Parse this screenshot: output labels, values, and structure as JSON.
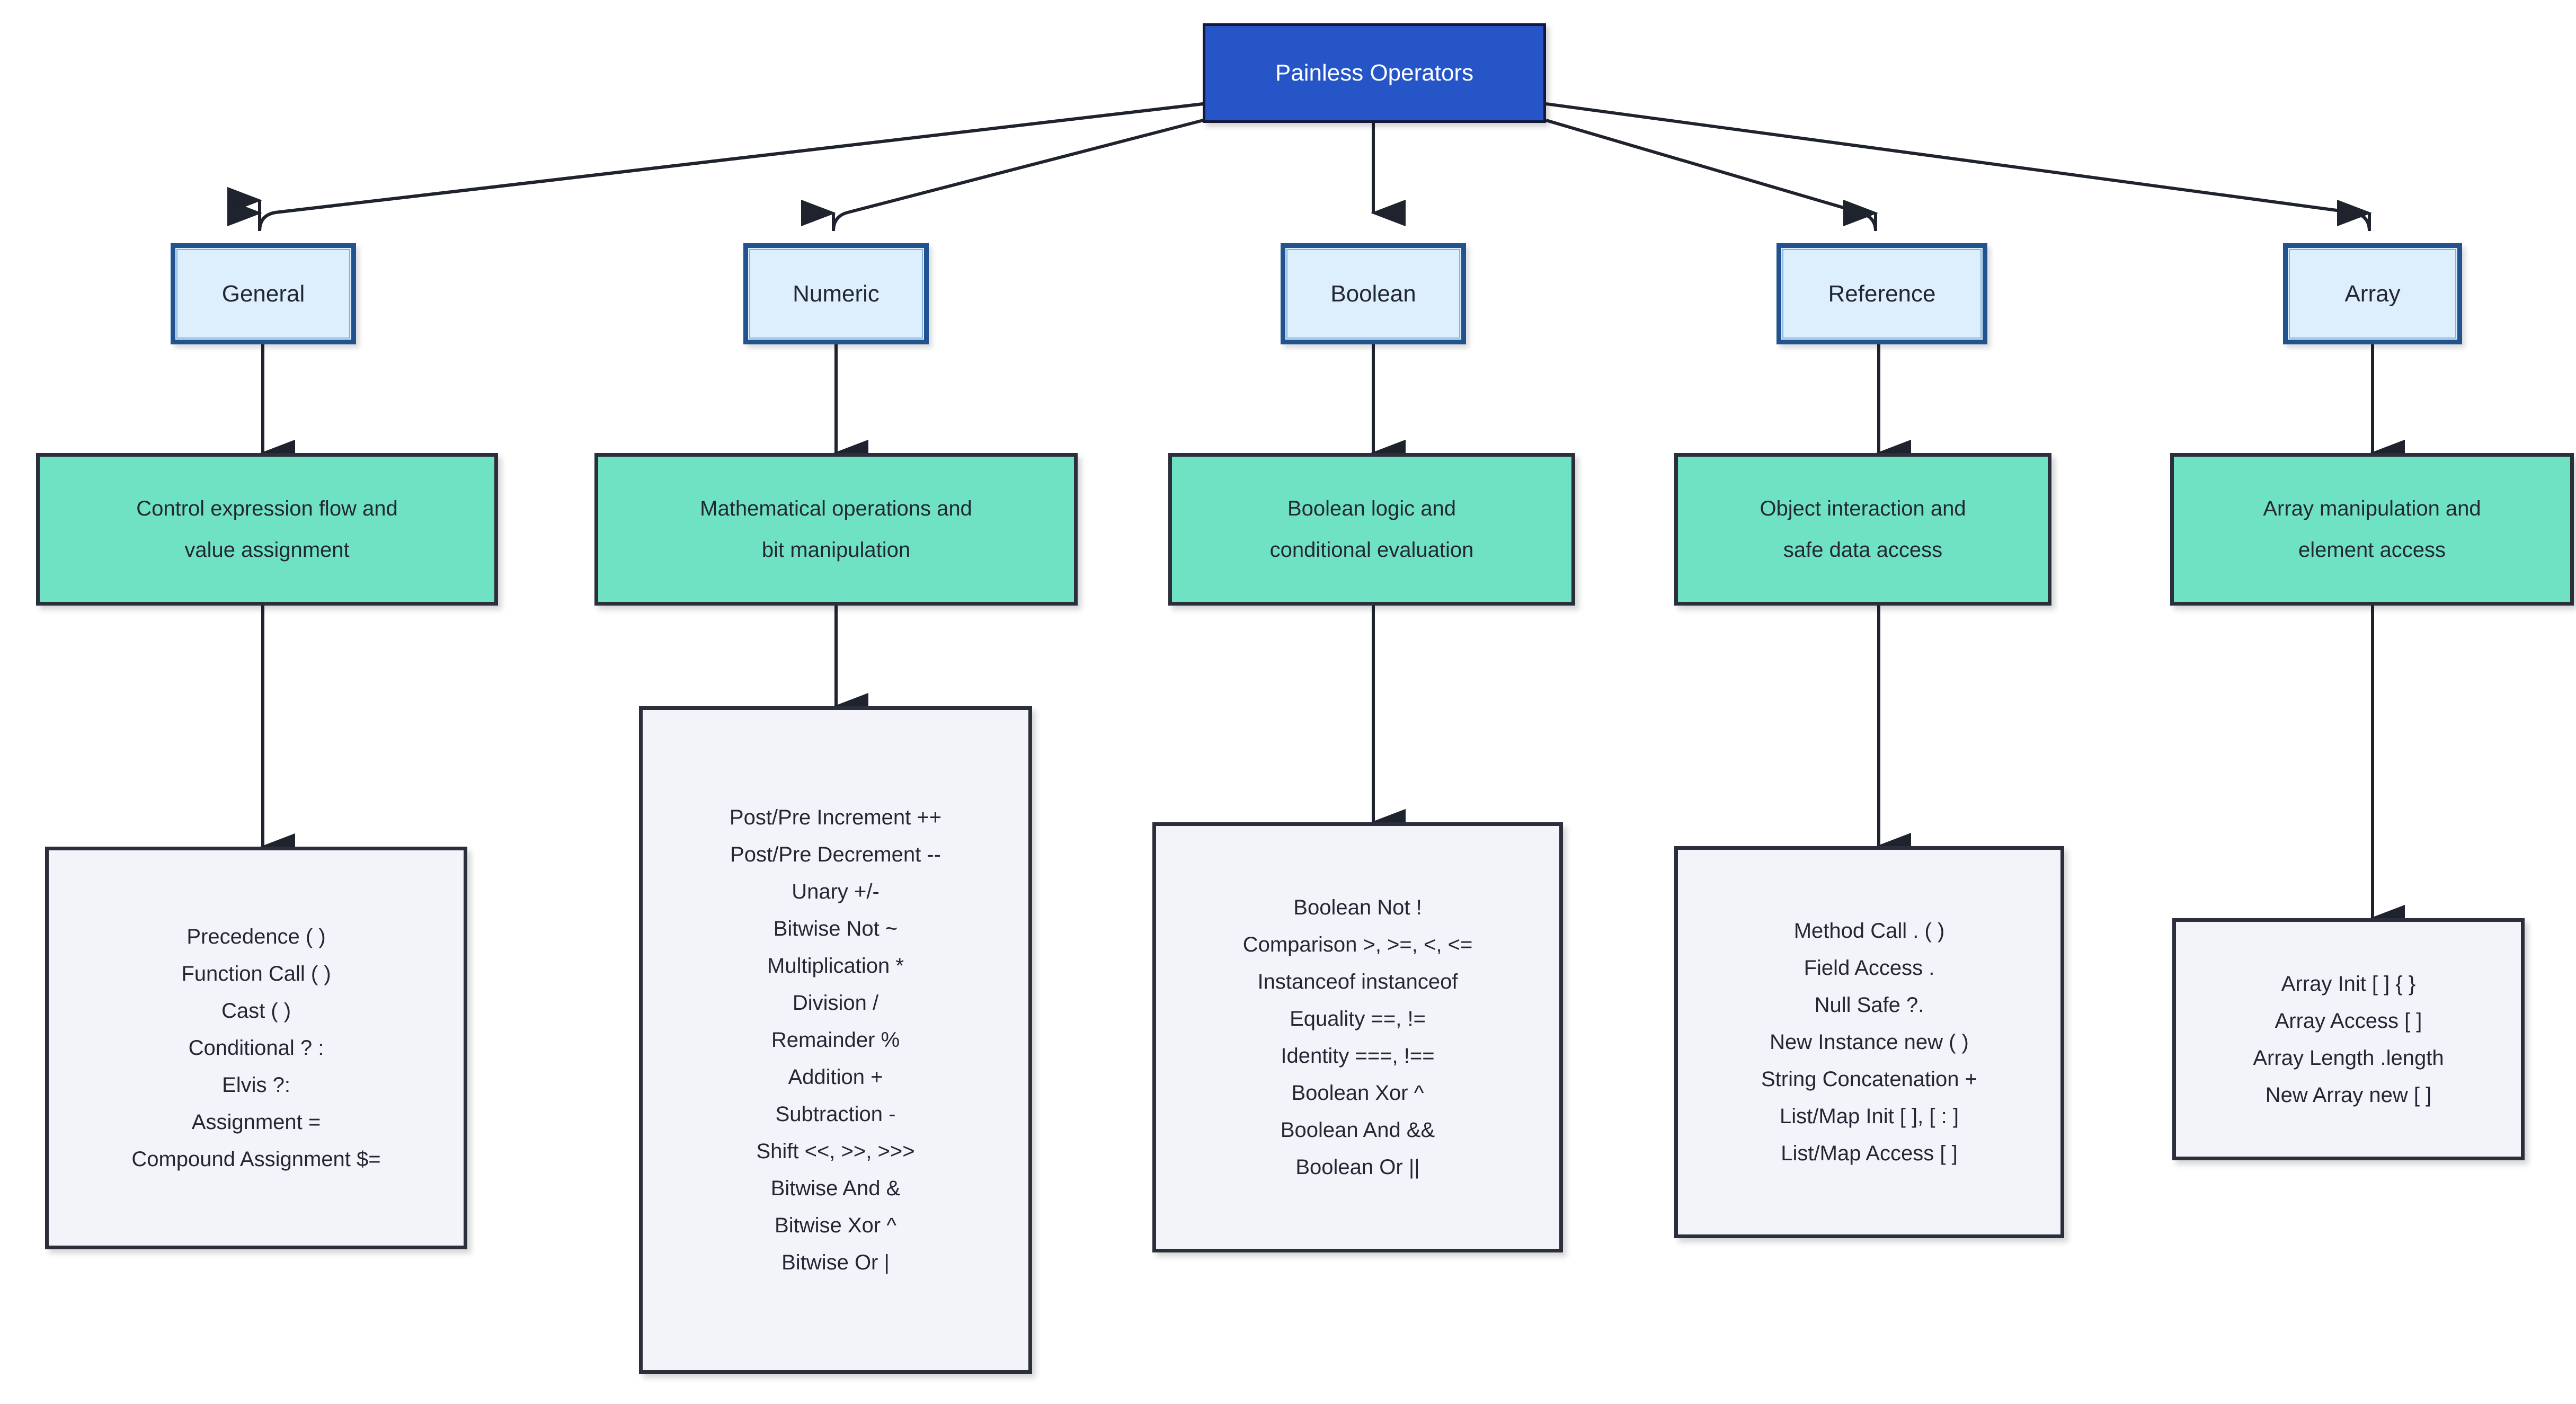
{
  "diagram": {
    "root": {
      "label": "Painless Operators",
      "color": "#2555c7",
      "text_color": "#ffffff"
    },
    "colors": {
      "root_fill": "#2555c7",
      "root_border": "#15183a",
      "category_fill": "#ddeefc",
      "category_border": "#23538f",
      "description_fill": "#6fe2c3",
      "description_border": "#2b2f3b",
      "operators_fill": "#f2f4f9",
      "operators_border": "#2b2f3b",
      "edge": "#1f232e",
      "text": "#232733"
    },
    "categories": [
      {
        "name": "general",
        "label": "General",
        "description": "Control expression flow and\nvalue assignment",
        "operators": [
          "Precedence ( )",
          "Function Call ( )",
          "Cast ( )",
          "Conditional ? :",
          "Elvis ?:",
          "Assignment =",
          "Compound Assignment $="
        ]
      },
      {
        "name": "numeric",
        "label": "Numeric",
        "description": "Mathematical operations and\nbit manipulation",
        "operators": [
          "Post/Pre Increment ++",
          "Post/Pre Decrement --",
          "Unary +/-",
          "Bitwise Not ~",
          "Multiplication *",
          "Division /",
          "Remainder %",
          "Addition +",
          "Subtraction -",
          "Shift <<, >>, >>>",
          "Bitwise And &",
          "Bitwise Xor ^",
          "Bitwise Or |"
        ]
      },
      {
        "name": "boolean",
        "label": "Boolean",
        "description": "Boolean logic and\nconditional evaluation",
        "operators": [
          "Boolean Not !",
          "Comparison >, >=, <, <=",
          "Instanceof instanceof",
          "Equality ==, !=",
          "Identity ===, !==",
          "Boolean Xor ^",
          "Boolean And &&",
          "Boolean Or ||"
        ]
      },
      {
        "name": "reference",
        "label": "Reference",
        "description": "Object interaction and\nsafe data access",
        "operators": [
          "Method Call . ( )",
          "Field Access .",
          "Null Safe ?.",
          "New Instance new ( )",
          "String Concatenation +",
          "List/Map Init [ ], [ : ]",
          "List/Map Access [ ]"
        ]
      },
      {
        "name": "array",
        "label": "Array",
        "description": "Array manipulation and\nelement access",
        "operators": [
          "Array Init [ ] { }",
          "Array Access [ ]",
          "Array Length .length",
          "New Array new [ ]"
        ]
      }
    ]
  }
}
